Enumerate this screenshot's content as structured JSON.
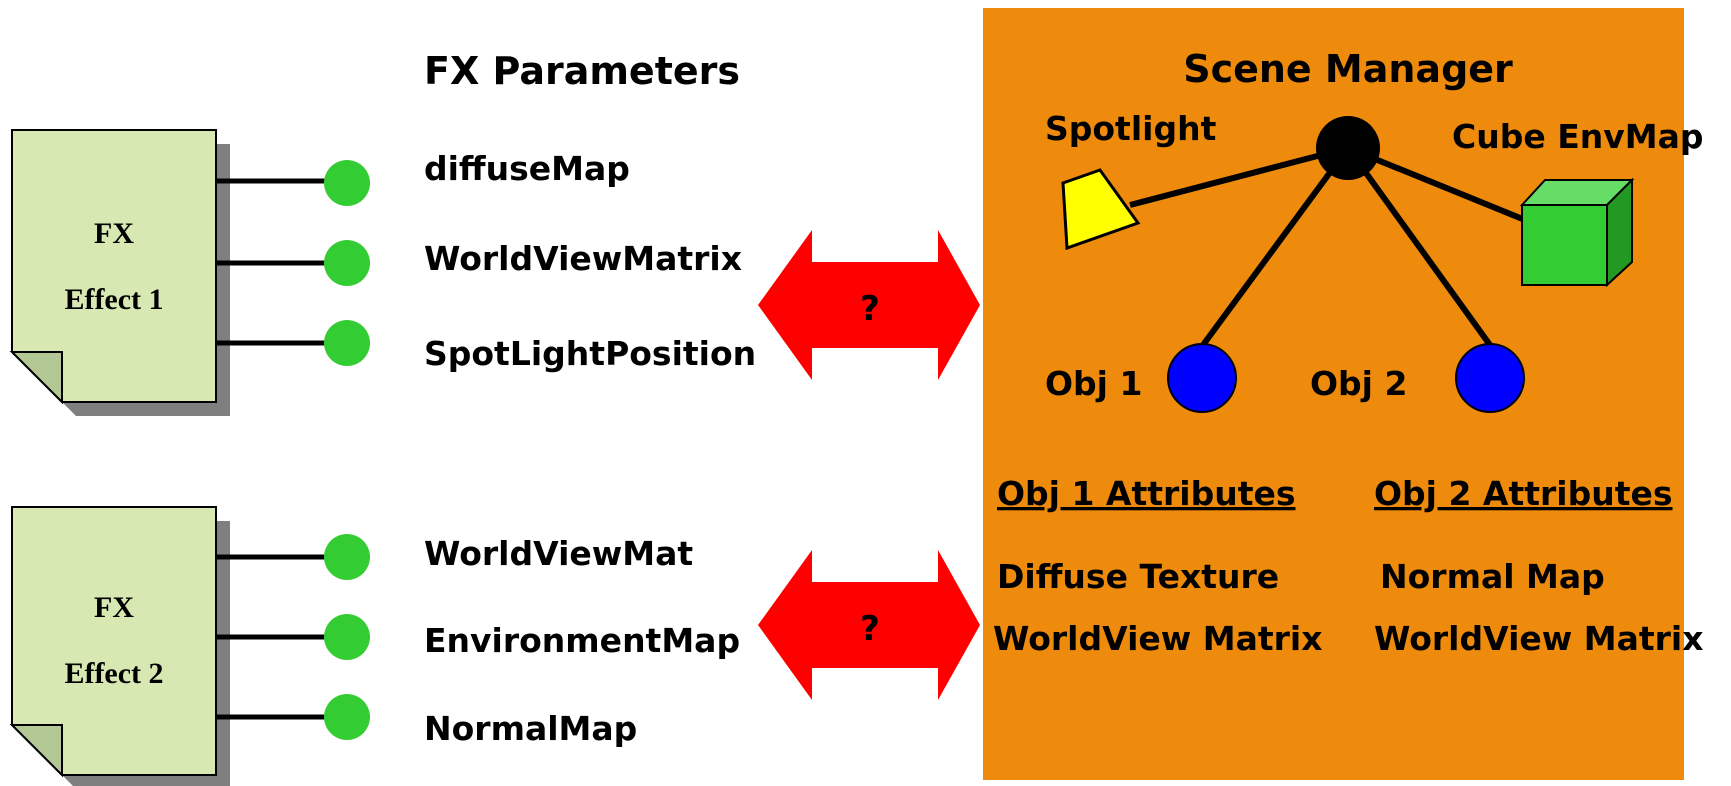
{
  "effects": [
    {
      "line1": "FX",
      "line2": "Effect 1",
      "params": [
        "diffuseMap",
        "WorldViewMatrix",
        "SpotLightPosition"
      ]
    },
    {
      "line1": "FX",
      "line2": "Effect 2",
      "params": [
        "WorldViewMat",
        "EnvironmentMap",
        "NormalMap"
      ]
    }
  ],
  "params_header": "FX Parameters",
  "arrows": [
    {
      "label": "?"
    },
    {
      "label": "?"
    }
  ],
  "scene": {
    "title": "Scene Manager",
    "spotlight": "Spotlight",
    "cube": "Cube EnvMap",
    "obj1": "Obj 1",
    "obj2": "Obj 2",
    "obj1_attrs": {
      "title": "Obj 1 Attributes",
      "items": [
        "Diffuse Texture",
        "WorldView Matrix"
      ]
    },
    "obj2_attrs": {
      "title": "Obj 2 Attributes",
      "items": [
        "Normal Map",
        "WorldView Matrix"
      ]
    }
  },
  "colors": {
    "doc_fill": "#d8e8b3",
    "param_dot": "#33cc33",
    "arrow": "#ff0000",
    "panel": "#ef8b0c",
    "node_root": "#000000",
    "obj_node": "#0000ff",
    "spotlight": "#ffff00",
    "cube": "#33cc33"
  }
}
